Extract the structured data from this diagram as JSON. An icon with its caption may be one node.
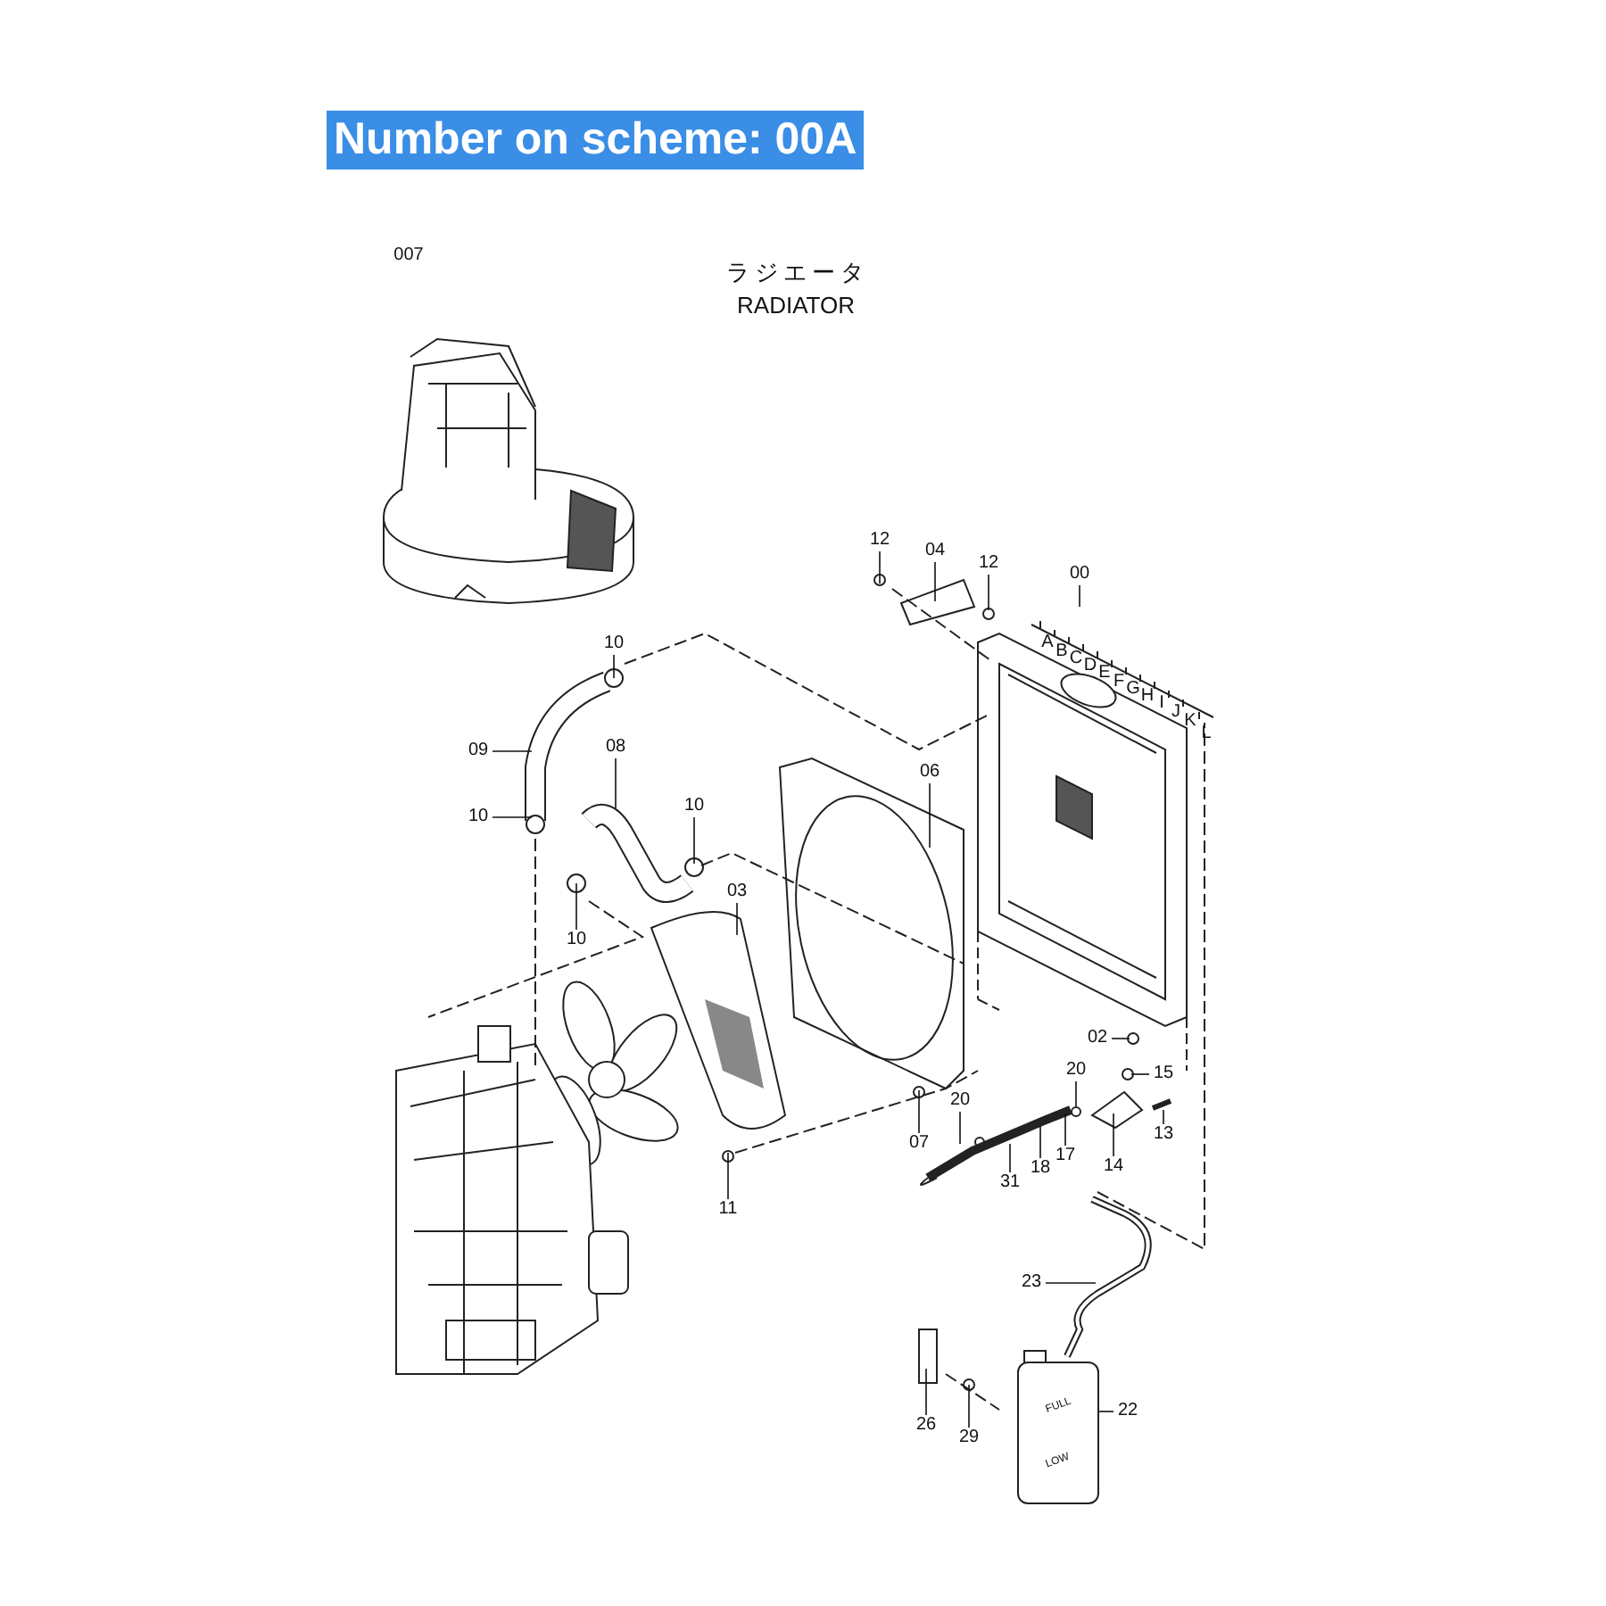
{
  "diagram": {
    "title": "Number on scheme: 00A",
    "nodes": [
      {
        "text": [
          "12"
        ]
      },
      {
        "text": [
          "04"
        ]
      },
      {
        "text": [
          "12"
        ]
      },
      {
        "text": [
          "00"
        ]
      },
      {
        "text": [
          "10"
        ]
      },
      {
        "text": [
          "09"
        ]
      },
      {
        "text": [
          "08"
        ]
      },
      {
        "text": [
          "10"
        ]
      },
      {
        "text": [
          "10"
        ]
      },
      {
        "text": [
          "06"
        ]
      },
      {
        "text": [
          "10"
        ]
      },
      {
        "text": [
          "03"
        ]
      },
      {
        "text": [
          "02"
        ]
      },
      {
        "text": [
          "20"
        ]
      },
      {
        "text": [
          "15"
        ]
      },
      {
        "text": [
          "07"
        ]
      },
      {
        "text": [
          "20"
        ]
      },
      {
        "text": [
          "13"
        ]
      },
      {
        "text": [
          "11"
        ]
      },
      {
        "text": [
          "31"
        ]
      },
      {
        "text": [
          "18"
        ]
      },
      {
        "text": [
          "17"
        ]
      },
      {
        "text": [
          "14"
        ]
      },
      {
        "text": [
          "23"
        ]
      },
      {
        "text": [
          "22"
        ]
      },
      {
        "text": [
          "26"
        ]
      },
      {
        "text": [
          "29"
        ]
      },
      {
        "text": [
          "FULL",
          "LOW"
        ]
      }
    ],
    "edges": [
      {
        "from": 0,
        "to": null,
        "arrow": "none"
      },
      {
        "from": 1,
        "to": null,
        "arrow": "none"
      },
      {
        "from": 2,
        "to": null,
        "arrow": "none"
      },
      {
        "from": 3,
        "to": null,
        "arrow": "none"
      },
      {
        "from": 4,
        "to": null,
        "arrow": "none"
      },
      {
        "from": 5,
        "to": null,
        "arrow": "none"
      },
      {
        "from": 6,
        "to": null,
        "arrow": "none"
      },
      {
        "from": 7,
        "to": null,
        "arrow": "none"
      },
      {
        "from": 8,
        "to": null,
        "arrow": "none"
      },
      {
        "from": 9,
        "to": null,
        "arrow": "none"
      },
      {
        "from": 10,
        "to": null,
        "arrow": "none"
      },
      {
        "from": 11,
        "to": null,
        "arrow": "none"
      },
      {
        "from": 12,
        "to": null,
        "arrow": "none"
      },
      {
        "from": 13,
        "to": null,
        "arrow": "none"
      },
      {
        "from": 14,
        "to": null,
        "arrow": "none"
      },
      {
        "from": 15,
        "to": null,
        "arrow": "none"
      },
      {
        "from": 16,
        "to": null,
        "arrow": "none"
      },
      {
        "from": 17,
        "to": null,
        "arrow": "none"
      },
      {
        "from": 18,
        "to": null,
        "arrow": "none"
      },
      {
        "from": 19,
        "to": null,
        "arrow": "none"
      },
      {
        "from": 20,
        "to": null,
        "arrow": "none"
      },
      {
        "from": 21,
        "to": null,
        "arrow": "none"
      },
      {
        "from": 22,
        "to": null,
        "arrow": "none"
      },
      {
        "from": 23,
        "to": null,
        "arrow": "none"
      },
      {
        "from": 24,
        "to": 27,
        "arrow": "none"
      },
      {
        "from": 25,
        "to": null,
        "arrow": "none"
      },
      {
        "from": 26,
        "to": null,
        "arrow": "none"
      }
    ],
    "labels": [
      "007",
      "ラジエータ",
      "RADIATOR",
      "A",
      "B",
      "C",
      "D",
      "E",
      "F",
      "G",
      "H",
      "I",
      "J",
      "K",
      "L"
    ]
  }
}
